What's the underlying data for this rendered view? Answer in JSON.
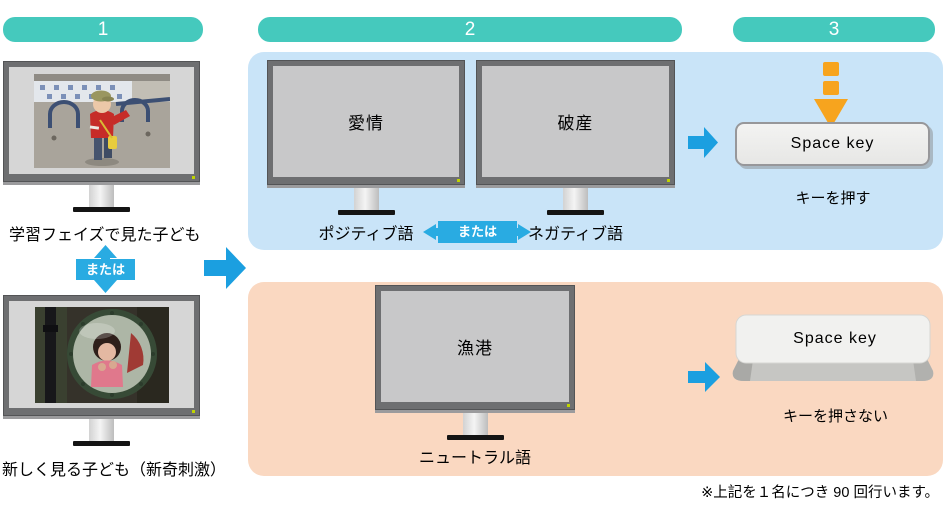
{
  "colors": {
    "teal_header": "#45C9BD",
    "panel_blue": "#C9E4F8",
    "panel_orange": "#FAD8C1",
    "arrow_blue": "#29ABE2",
    "arrow_orange": "#F7A41E",
    "monitor_frame": "#6E6F71",
    "monitor_screen": "#C8C8C9"
  },
  "headers": {
    "step1": "1",
    "step2": "2",
    "step3": "3"
  },
  "phase1": {
    "seen_label": "学習フェイズで見た子ども",
    "novel_label": "新しく見る子ども（新奇刺激）",
    "or_label": "または",
    "photo_top": "child-at-playground-photo",
    "photo_bottom": "child-in-convex-mirror-photo"
  },
  "phase2": {
    "positive_word": "愛情",
    "negative_word": "破産",
    "neutral_word": "漁港",
    "positive_label": "ポジティブ語",
    "negative_label": "ネガティブ語",
    "neutral_label": "ニュートラル語",
    "or_label": "または"
  },
  "phase3": {
    "space_key": "Space key",
    "press_label": "キーを押す",
    "no_press_label": "キーを押さない"
  },
  "footnote": "※上記を１名につき 90 回行います。"
}
